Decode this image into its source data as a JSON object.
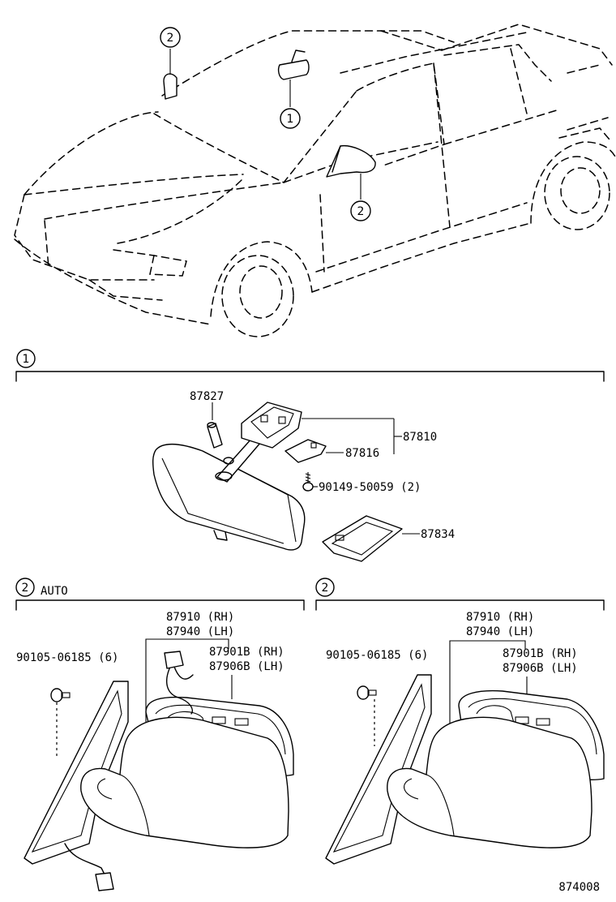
{
  "callouts": {
    "c1": "1",
    "c2": "2"
  },
  "section_inner_mirror": {
    "number": "1",
    "parts": {
      "p87827": "87827",
      "p87810": "87810",
      "p87816": "87816",
      "p90149": "90149-50059 (2)",
      "p87834": "87834"
    }
  },
  "section_outer_auto": {
    "number": "2",
    "label": "AUTO",
    "parts": {
      "rh_assy": "87910 (RH)",
      "lh_assy": "87940 (LH)",
      "rh_glass": "87901B (RH)",
      "lh_glass": "87906B (LH)",
      "screw": "90105-06185 (6)"
    }
  },
  "section_outer_manual": {
    "number": "2",
    "parts": {
      "rh_assy": "87910 (RH)",
      "lh_assy": "87940 (LH)",
      "rh_glass": "87901B (RH)",
      "lh_glass": "87906B (LH)",
      "screw": "90105-06185 (6)"
    }
  },
  "figure_number": "874008"
}
